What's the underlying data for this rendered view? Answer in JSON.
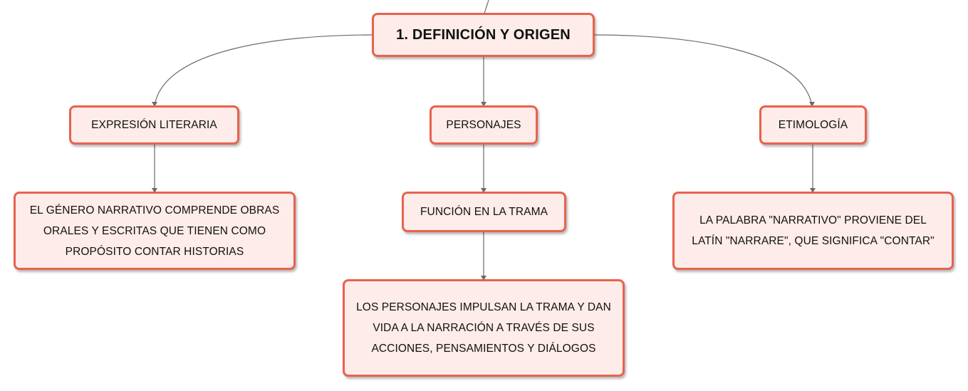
{
  "colors": {
    "node_border": "#e8624d",
    "node_fill": "#fdece9",
    "connector": "#6b6b6b",
    "text": "#111111"
  },
  "nodes": {
    "root": "1. DEFINICIÓN Y ORIGEN",
    "expresion": "EXPRESIÓN LITERARIA",
    "personajes": "PERSONAJES",
    "etimologia": "ETIMOLOGÍA",
    "genero": "EL GÉNERO NARRATIVO COMPRENDE OBRAS ORALES Y ESCRITAS QUE TIENEN COMO PROPÓSITO CONTAR HISTORIAS",
    "funcion": "FUNCIÓN EN LA TRAMA",
    "impulsan": "LOS PERSONAJES IMPULSAN LA TRAMA Y DAN VIDA A LA NARRACIÓN A TRAVÉS DE SUS ACCIONES, PENSAMIENTOS Y DIÁLOGOS",
    "palabra": "LA PALABRA \"NARRATIVO\" PROVIENE DEL LATÍN \"NARRARE\", QUE SIGNIFICA \"CONTAR\""
  }
}
